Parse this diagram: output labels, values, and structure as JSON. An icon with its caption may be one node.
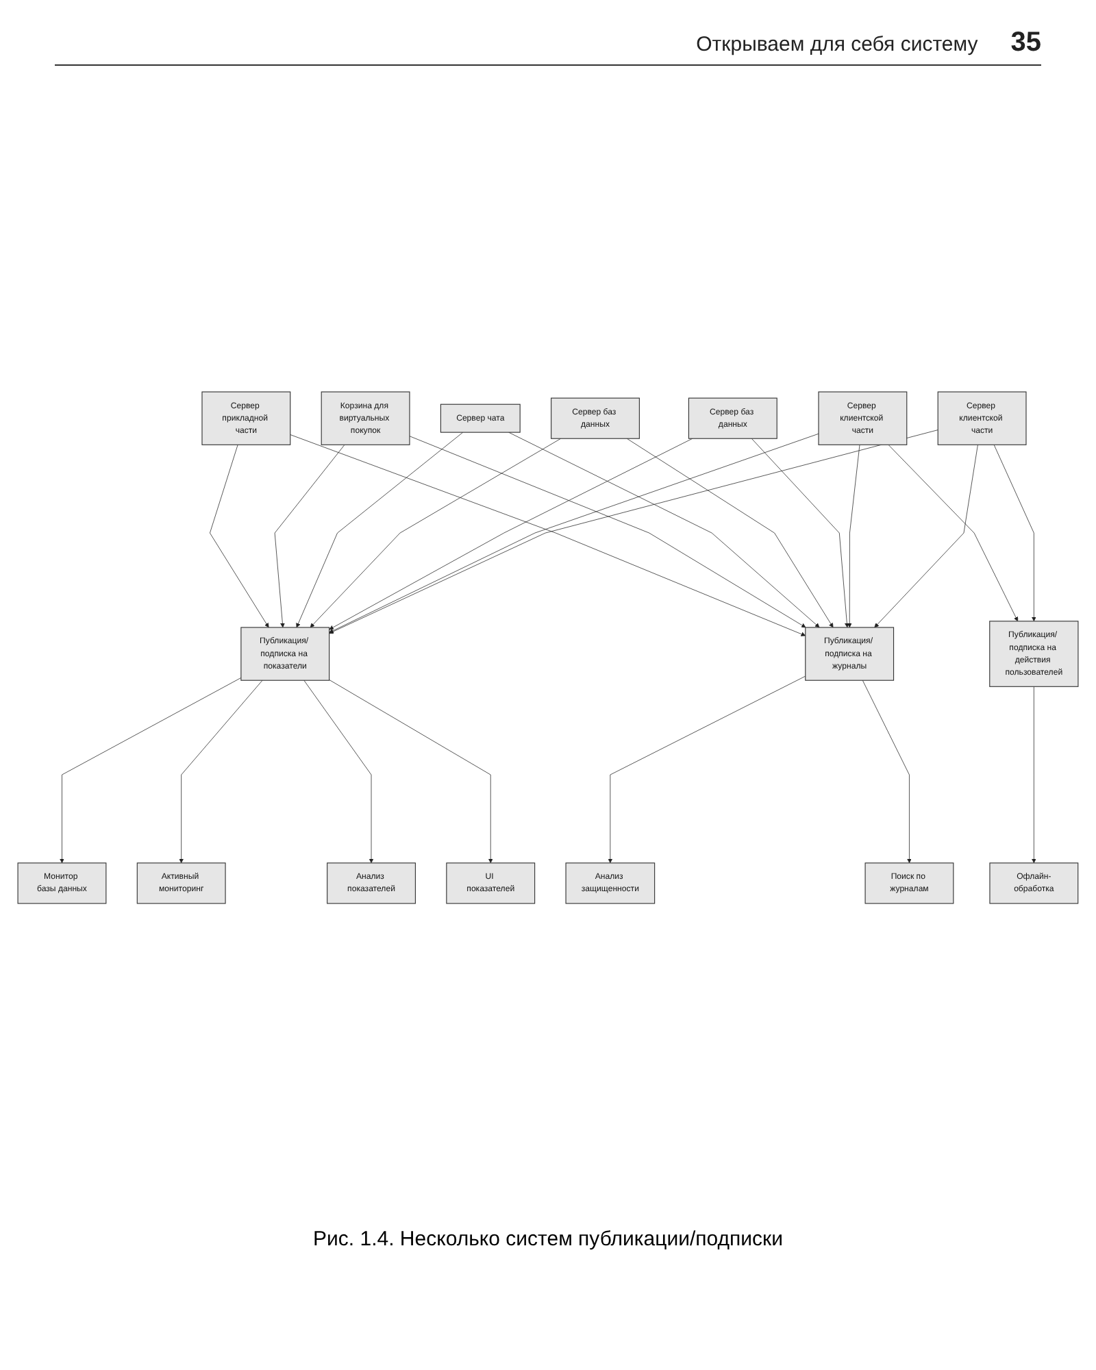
{
  "diagram": {
    "caption": "Рис. 1.4. Несколько систем публикации/подписки",
    "nodes": [
      {
        "text": [
          "Сервер прикладной части"
        ]
      },
      {
        "text": [
          "Корзина для виртуальных покупок"
        ]
      },
      {
        "text": [
          "Сервер чата"
        ]
      },
      {
        "text": [
          "Сервер баз данных"
        ]
      },
      {
        "text": [
          "Сервер баз данных"
        ]
      },
      {
        "text": [
          "Сервер клиентской части"
        ]
      },
      {
        "text": [
          "Сервер клиентской части"
        ]
      },
      {
        "text": [
          "Публикация/ подписка на действия пользователей"
        ]
      },
      {
        "text": [
          "Публикация/ подписка на журналы"
        ]
      },
      {
        "text": [
          "Публикация/ подписка на показатели"
        ]
      },
      {
        "text": [
          "Офлайн-обработка"
        ]
      },
      {
        "text": [
          "Анализ защищенности"
        ]
      },
      {
        "text": [
          "Поиск по журналам"
        ]
      },
      {
        "text": [
          "Монитор базы данных"
        ]
      },
      {
        "text": [
          "Активный мониторинг"
        ]
      },
      {
        "text": [
          "Анализ показателей"
        ]
      },
      {
        "text": [
          "UI показателей"
        ]
      }
    ],
    "edges": [
      {
        "from": 0,
        "to": 9,
        "arrow": "to"
      },
      {
        "from": 0,
        "to": 8,
        "arrow": "to"
      },
      {
        "from": 1,
        "to": 9,
        "arrow": "to"
      },
      {
        "from": 1,
        "to": 8,
        "arrow": "to"
      },
      {
        "from": 2,
        "to": 9,
        "arrow": "to"
      },
      {
        "from": 2,
        "to": 8,
        "arrow": "to"
      },
      {
        "from": 3,
        "to": 9,
        "arrow": "to"
      },
      {
        "from": 3,
        "to": 8,
        "arrow": "to"
      },
      {
        "from": 4,
        "to": 9,
        "arrow": "to"
      },
      {
        "from": 4,
        "to": 8,
        "arrow": "to"
      },
      {
        "from": 5,
        "to": 7,
        "arrow": "to"
      },
      {
        "from": 5,
        "to": 9,
        "arrow": "to"
      },
      {
        "from": 5,
        "to": 8,
        "arrow": "to"
      },
      {
        "from": 6,
        "to": 7,
        "arrow": "to"
      },
      {
        "from": 6,
        "to": 9,
        "arrow": "to"
      },
      {
        "from": 6,
        "to": 8,
        "arrow": "to"
      },
      {
        "from": 7,
        "to": 10,
        "arrow": "to"
      },
      {
        "from": 8,
        "to": 11,
        "arrow": "to"
      },
      {
        "from": 8,
        "to": 12,
        "arrow": "to"
      },
      {
        "from": 9,
        "to": 13,
        "arrow": "to"
      },
      {
        "from": 9,
        "to": 14,
        "arrow": "to"
      },
      {
        "from": 9,
        "to": 15,
        "arrow": "to"
      },
      {
        "from": 9,
        "to": 16,
        "arrow": "to"
      }
    ],
    "labels": [
      "Открываем для себя систему",
      "35"
    ]
  }
}
